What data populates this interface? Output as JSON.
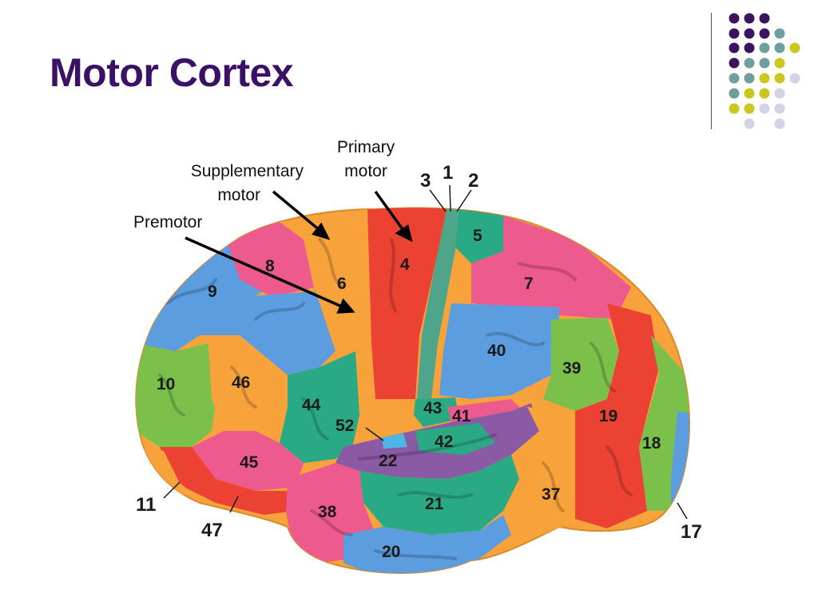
{
  "slide": {
    "title": "Motor Cortex"
  },
  "labels": {
    "primary_line1": "Primary",
    "primary_line2": "motor",
    "supplementary_line1": "Supplementary",
    "supplementary_line2": "motor",
    "premotor": "Premotor"
  },
  "areas": {
    "a1": "1",
    "a2": "2",
    "a3": "3",
    "a4": "4",
    "a5": "5",
    "a6": "6",
    "a7": "7",
    "a8": "8",
    "a9": "9",
    "a10": "10",
    "a11": "11",
    "a17": "17",
    "a18": "18",
    "a19": "19",
    "a20": "20",
    "a21": "21",
    "a22": "22",
    "a37": "37",
    "a38": "38",
    "a39": "39",
    "a40": "40",
    "a41": "41",
    "a42": "42",
    "a43": "43",
    "a44": "44",
    "a45": "45",
    "a46": "46",
    "a47": "47",
    "a52": "52"
  },
  "colors": {
    "title": "#3a1166",
    "dot_purple": "#3b1460",
    "dot_teal": "#6f9e9e",
    "dot_yellow": "#c8c81e",
    "dot_lavender": "#d3d3e8",
    "orange": "#f7a23b",
    "red": "#ec4234",
    "pink": "#ec5a8e",
    "blue": "#5c9de0",
    "green": "#7cc04c",
    "teal": "#2aa985",
    "purple": "#8a5aa4"
  }
}
